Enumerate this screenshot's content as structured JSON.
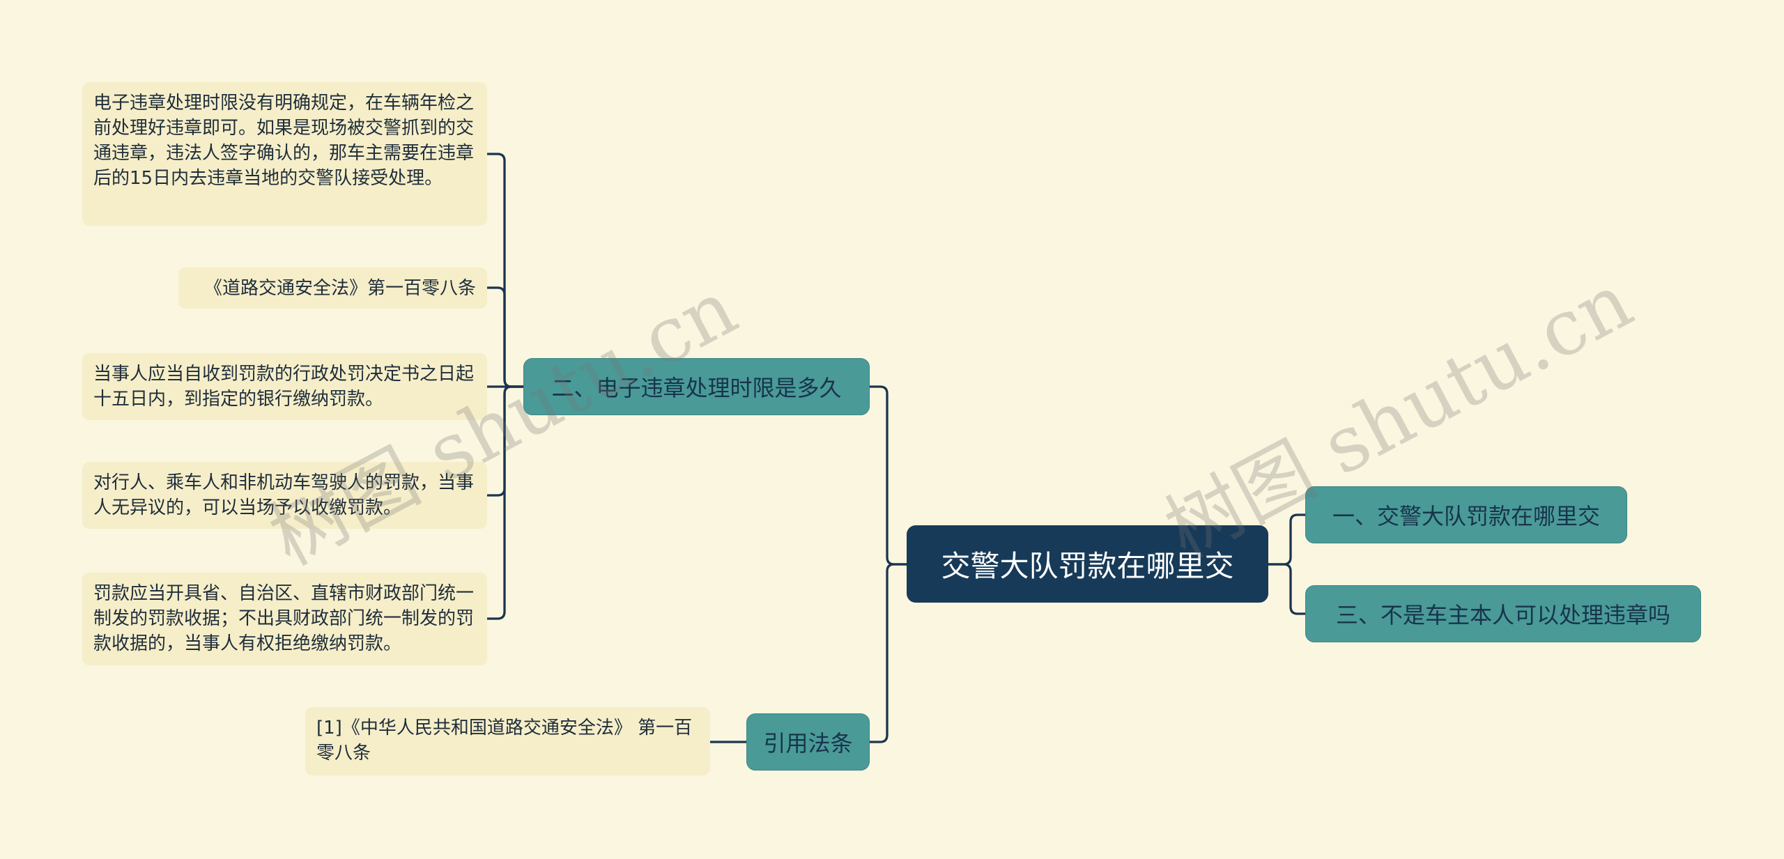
{
  "root": "交警大队罚款在哪里交",
  "branches": {
    "b1": "一、交警大队罚款在哪里交",
    "b3": "三、不是车主本人可以处理违章吗",
    "b2": "二、电子违章处理时限是多久",
    "ref": "引用法条"
  },
  "leaves": {
    "l1": "电子违章处理时限没有明确规定，在车辆年检之前处理好违章即可。如果是现场被交警抓到的交通违章，违法人签字确认的，那车主需要在违章后的15日内去违章当地的交警队接受处理。",
    "l2": "《道路交通安全法》第一百零八条",
    "l3": "当事人应当自收到罚款的行政处罚决定书之日起十五日内，到指定的银行缴纳罚款。",
    "l4": "对行人、乘车人和非机动车驾驶人的罚款，当事人无异议的，可以当场予以收缴罚款。",
    "l5": "罚款应当开具省、自治区、直辖市财政部门统一制发的罚款收据；不出具财政部门统一制发的罚款收据的，当事人有权拒绝缴纳罚款。",
    "r1": "[1]《中华人民共和国道路交通安全法》 第一百零八条"
  },
  "watermark": "树图 shutu.cn",
  "colors": {
    "background": "#fbf6df",
    "root": "#173a58",
    "topic": "#4a9a98",
    "leaf": "#f6eec9",
    "line": "#1a3550"
  }
}
